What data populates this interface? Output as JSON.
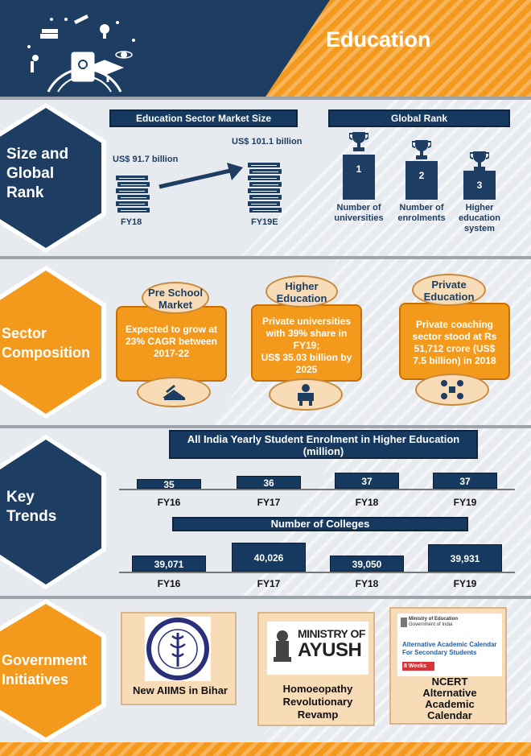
{
  "header": {
    "title": "Education"
  },
  "size_rank": {
    "section_label_lines": [
      "Size and",
      "Global",
      "Rank"
    ],
    "market_size_title": "Education Sector Market Size",
    "fy18_value": "US$ 91.7 billion",
    "fy18_label": "FY18",
    "fy19_value": "US$ 101.1 billion",
    "fy19_label": "FY19E",
    "global_rank_title": "Global Rank",
    "ranks": [
      {
        "rank": "1",
        "label_lines": [
          "Number of",
          "universities"
        ]
      },
      {
        "rank": "2",
        "label_lines": [
          "Number of",
          "enrolments"
        ]
      },
      {
        "rank": "3",
        "label_lines": [
          "Higher",
          "education",
          "system"
        ]
      }
    ]
  },
  "sector": {
    "section_label_lines": [
      "Sector",
      "Composition"
    ],
    "cards": [
      {
        "title_lines": [
          "Pre School",
          "Market"
        ],
        "text_lines": [
          "Expected to grow  at",
          "23% CAGR between",
          "2017-22"
        ]
      },
      {
        "title_lines": [
          "Higher",
          "Education"
        ],
        "text_lines": [
          "Private universities",
          "with 39% share in",
          "FY19;",
          "US$ 35.03 billion by",
          "2025"
        ]
      },
      {
        "title_lines": [
          "Private",
          "Education"
        ],
        "text_lines": [
          "Private coaching",
          "sector stood at Rs",
          "51,712 crore (US$",
          "7.5 billion) in 2018"
        ]
      }
    ]
  },
  "trends": {
    "section_label_lines": [
      "Key",
      "Trends"
    ],
    "enrolment_title_lines": [
      "All India Yearly Student Enrolment in Higher Education",
      "(million)"
    ],
    "colleges_title": "Number of Colleges"
  },
  "chart_data": [
    {
      "type": "bar",
      "title": "All India Yearly Student Enrolment in Higher Education (million)",
      "categories": [
        "FY16",
        "FY17",
        "FY18",
        "FY19"
      ],
      "values": [
        35,
        36,
        37,
        37
      ],
      "value_labels": [
        "35",
        "36",
        "37",
        "37"
      ]
    },
    {
      "type": "bar",
      "title": "Number of Colleges",
      "categories": [
        "FY16",
        "FY17",
        "FY18",
        "FY19"
      ],
      "values": [
        39071,
        40026,
        39050,
        39931
      ],
      "value_labels": [
        "39,071",
        "40,026",
        "39,050",
        "39,931"
      ]
    }
  ],
  "initiatives": {
    "section_label_lines": [
      "Government",
      "Initiatives"
    ],
    "aiims_label": "New AIIMS  in Bihar",
    "ayush_logo_lines": [
      "MINISTRY OF",
      "AYUSH"
    ],
    "ayush_label_lines": [
      "Homoeopathy",
      "Revolutionary",
      "Revamp"
    ],
    "ncert_header": "Ministry of Education",
    "ncert_subheader": "Government of India",
    "ncert_calendar_lines": [
      "Alternative Academic Calendar",
      "For Secondary Students"
    ],
    "ncert_badge": "8 Weeks",
    "ncert_label_lines": [
      "NCERT",
      "Alternative",
      "Academic",
      "Calendar"
    ]
  },
  "colors": {
    "navy": "#1d3e62",
    "orange": "#f39a1c",
    "peach": "#f8dcb8",
    "band": "#e7eaef"
  }
}
